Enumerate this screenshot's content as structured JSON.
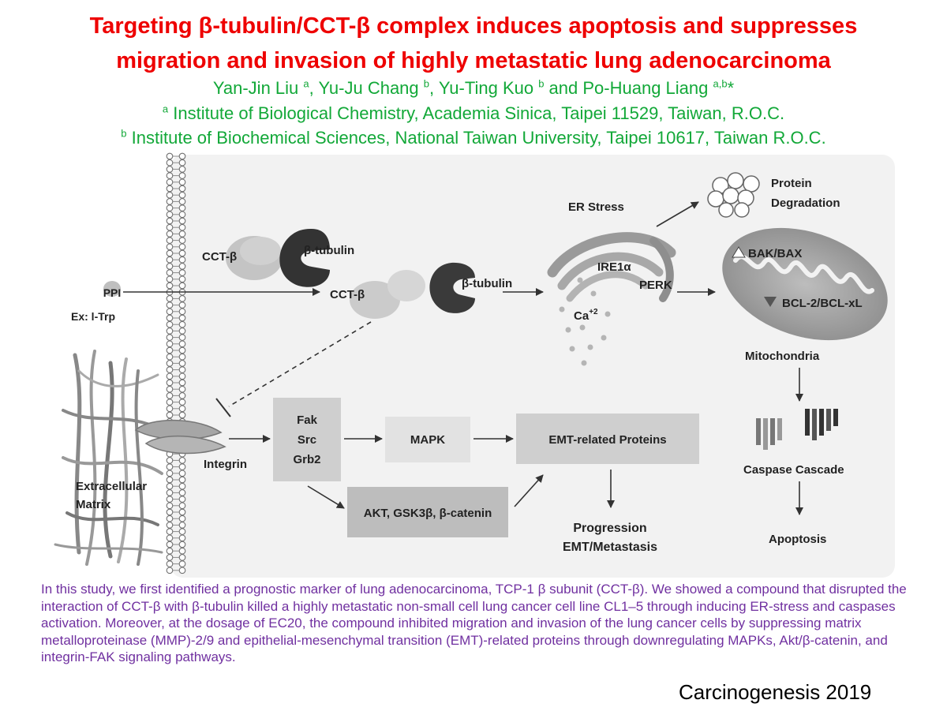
{
  "title": {
    "line1": "Targeting β-tubulin/CCT-β complex induces apoptosis and suppresses",
    "line2": "migration and invasion of highly metastatic lung adenocarcinoma"
  },
  "authors": {
    "a1": "Yan-Jin Liu ",
    "a1_sup": "a",
    "a2": ", Yu-Ju Chang ",
    "a2_sup": "b",
    "a3": ", Yu-Ting Kuo ",
    "a3_sup": "b",
    "a4": " and Po-Huang Liang ",
    "a4_sup": "a,b",
    "a4_star": "*"
  },
  "affiliations": {
    "a_sup": "a",
    "a_text": " Institute of Biological Chemistry, Academia Sinica, Taipei 11529, Taiwan, R.O.C.",
    "b_sup": "b",
    "b_text": " Institute of Biochemical Sciences, National Taiwan University, Taipei 10617, Taiwan R.O.C."
  },
  "diagram": {
    "cct_beta_1": "CCT-β",
    "beta_tubulin_1": "β-tubulin",
    "ppi": "PPI",
    "ex_itrp": "Ex: l-Trp",
    "cct_beta_2": "CCT-β",
    "beta_tubulin_2": "β-tubulin",
    "er_stress": "ER Stress",
    "ire1a": "IRE1α",
    "perk": "PERK",
    "ca": "Ca",
    "ca_sup": "+2",
    "protein": "Protein",
    "degradation": "Degradation",
    "bak_bax": "BAK/BAX",
    "bcl2": "BCL-2/BCL-xL",
    "mitochondria": "Mitochondria",
    "fak": "Fak",
    "src": "Src",
    "grb2": "Grb2",
    "mapk": "MAPK",
    "emt_proteins": "EMT-related Proteins",
    "integrin": "Integrin",
    "extracellular": "Extracellular",
    "matrix": "Matrix",
    "akt": "AKT, GSK3β, β-catenin",
    "progression": "Progression",
    "emt_metastasis": "EMT/Metastasis",
    "caspase_cascade": "Caspase Cascade",
    "apoptosis": "Apoptosis"
  },
  "abstract": "In this study, we first identified a prognostic marker of lung adenocarcinoma, TCP-1 β subunit (CCT-β). We showed a compound that disrupted the interaction of CCT-β with β-tubulin killed a highly metastatic non-small cell lung cancer cell line CL1–5 through inducing ER-stress and caspases activation. Moreover, at the dosage of EC20, the compound inhibited migration and invasion of the lung cancer cells by suppressing matrix metalloproteinase (MMP)-2/9 and epithelial-mesenchymal transition (EMT)-related proteins through downregulating MAPKs, Akt/β-catenin, and integrin-FAK signaling pathways.",
  "journal": "Carcinogenesis 2019",
  "colors": {
    "title": "#ee0000",
    "affiliation": "#12a838",
    "abstract": "#7030a0"
  }
}
